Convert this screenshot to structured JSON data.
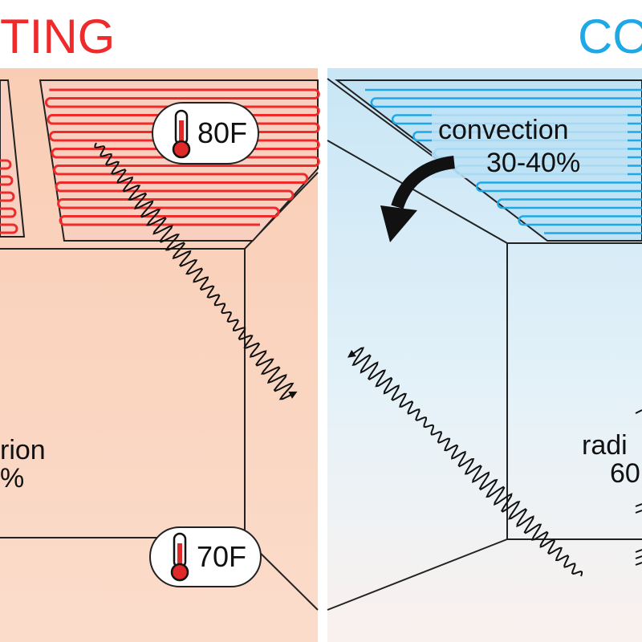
{
  "colors": {
    "heating_accent": "#ee2a2a",
    "cooling_accent": "#1ea8e6",
    "heating_bg": "#f9d2bd",
    "cooling_bg": "#cfe9f7",
    "ink": "#111111"
  },
  "heating": {
    "title": "TING",
    "thermo_top": "80F",
    "thermo_bottom": "70F",
    "radiation_word": "rion",
    "radiation_pct": "%"
  },
  "cooling": {
    "title": "CO",
    "convection_word": "convection",
    "convection_pct": "30-40%",
    "radiation_word": "radi",
    "radiation_pct": "60"
  },
  "icons": {
    "thermometer": "thermometer-icon",
    "curved_arrow": "curved-arrow-icon",
    "wave_arrow": "wave-arrow-icon"
  }
}
